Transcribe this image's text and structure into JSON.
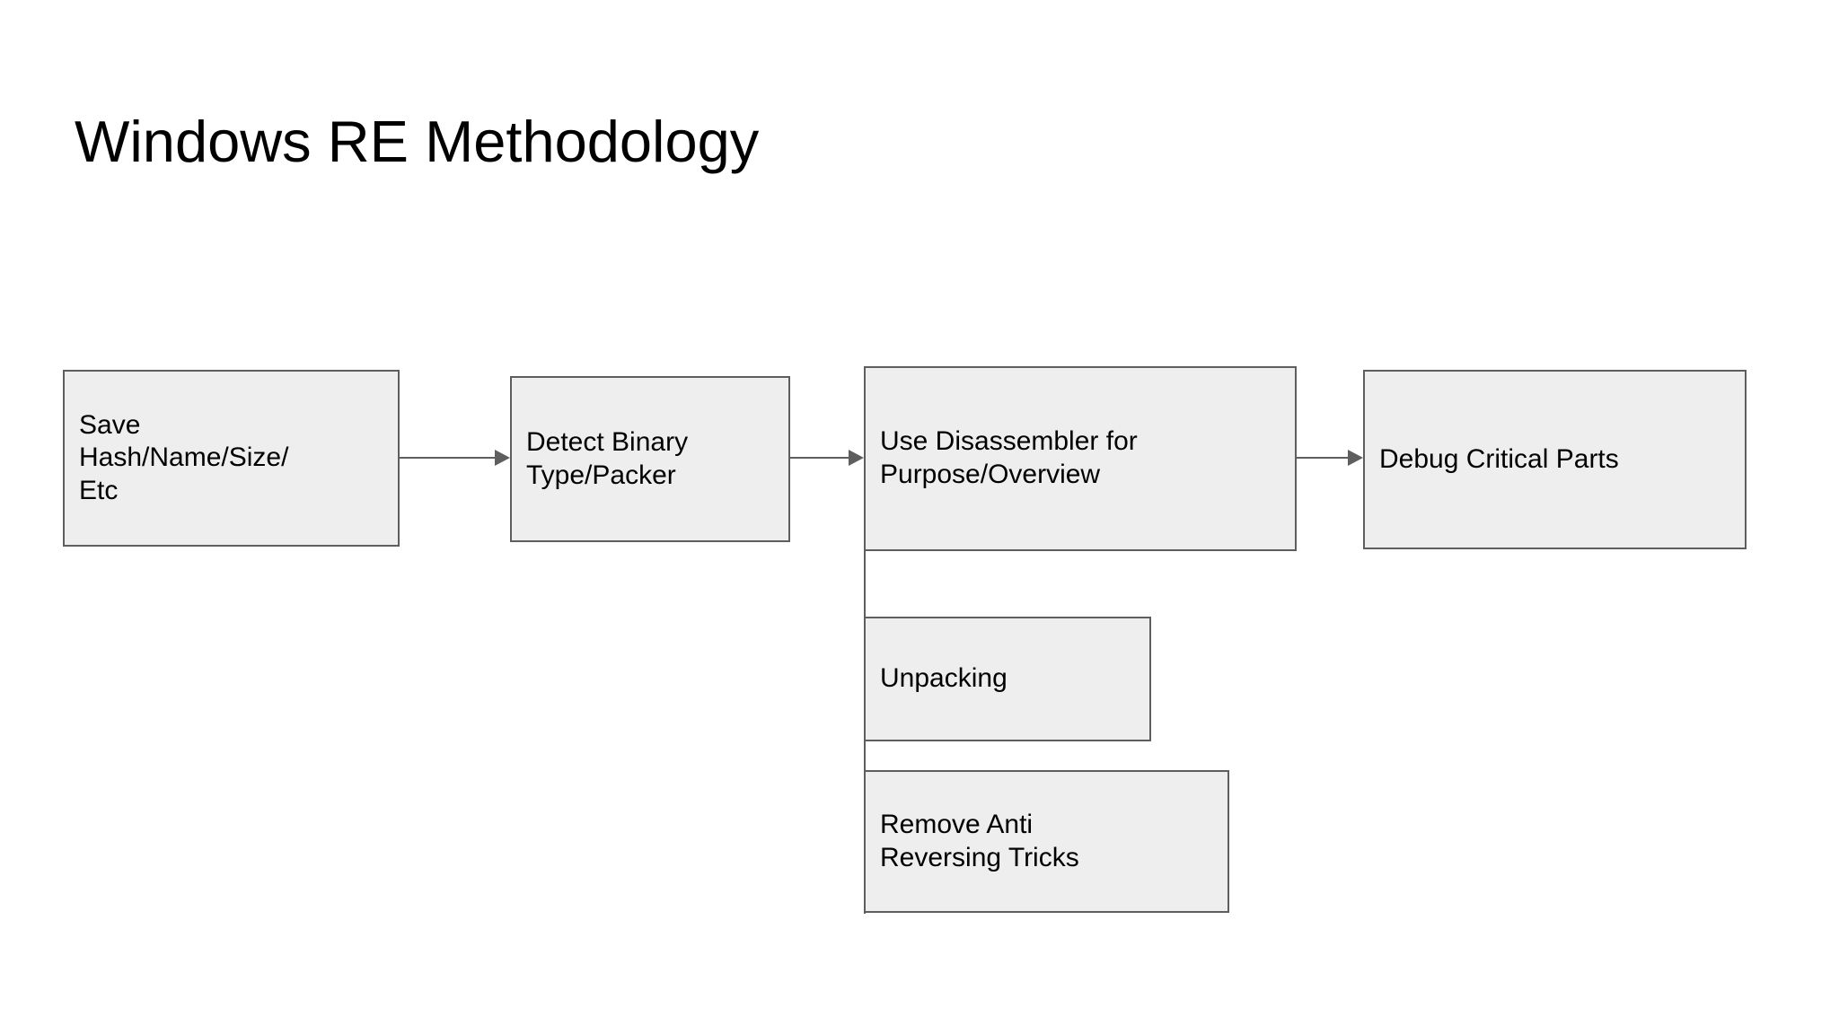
{
  "slide": {
    "title": "Windows RE Methodology",
    "background_color": "#ffffff",
    "node_fill_color": "#eeeeee",
    "node_border_color": "#5e5e5e",
    "connector_color": "#5e5e5e",
    "text_color": "#000000"
  },
  "flow": {
    "main_steps": [
      {
        "id": "save-hash",
        "label": "Save\nHash/Name/Size/\nEtc"
      },
      {
        "id": "detect-binary",
        "label": "Detect Binary\nType/Packer"
      },
      {
        "id": "use-disassembler",
        "label": "Use Disassembler for\nPurpose/Overview"
      },
      {
        "id": "debug-critical",
        "label": "Debug Critical Parts"
      }
    ],
    "sub_steps": [
      {
        "id": "unpacking",
        "label": "Unpacking",
        "parent": "use-disassembler"
      },
      {
        "id": "remove-anti-reversing",
        "label": "Remove Anti\nReversing Tricks",
        "parent": "use-disassembler"
      }
    ],
    "arrows": [
      {
        "from": "save-hash",
        "to": "detect-binary"
      },
      {
        "from": "detect-binary",
        "to": "use-disassembler"
      },
      {
        "from": "use-disassembler",
        "to": "debug-critical"
      }
    ]
  }
}
